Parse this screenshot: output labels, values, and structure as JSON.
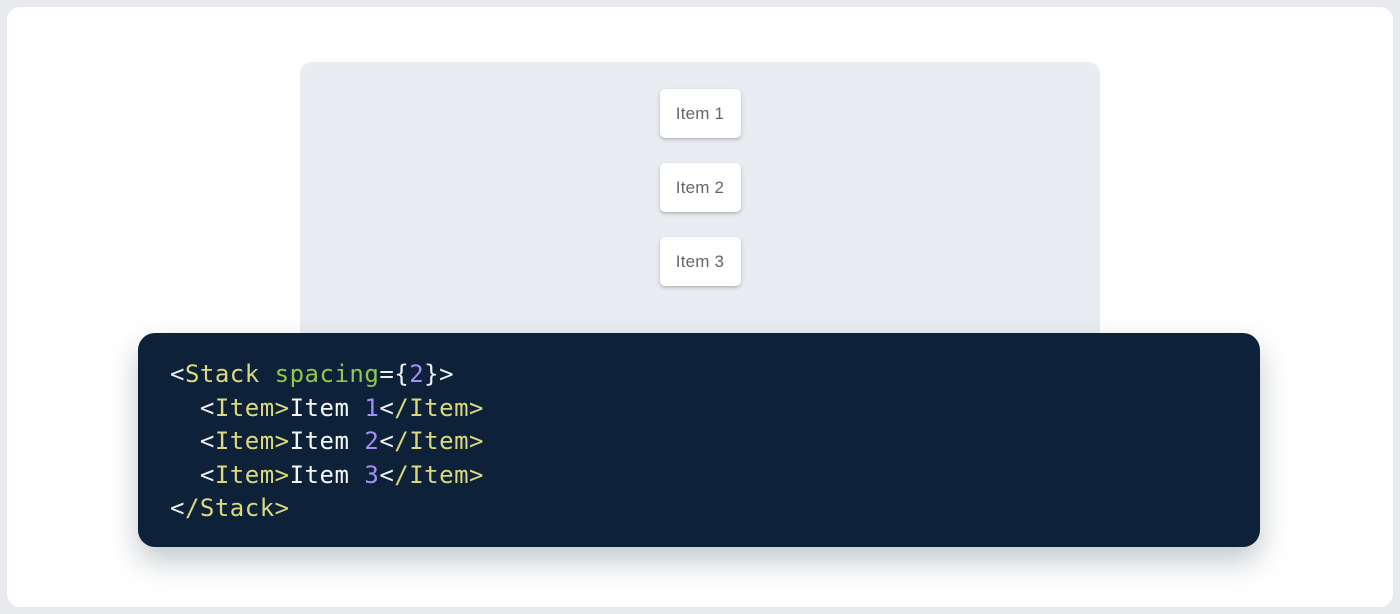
{
  "page": {
    "background": "#e8eaed",
    "card_background": "#ffffff"
  },
  "demo": {
    "panel_background": "#e9edf1",
    "items": [
      {
        "label": "Item 1"
      },
      {
        "label": "Item 2"
      },
      {
        "label": "Item 3"
      }
    ]
  },
  "code": {
    "background": "#0d2238",
    "colors": {
      "tag": "#dbd87f",
      "attr": "#8fc74f",
      "punct": "#eef2f7",
      "number": "#a18ff7",
      "text": "#f5f7fa"
    },
    "lines": [
      {
        "tokens": [
          {
            "t": "<",
            "c": "punct"
          },
          {
            "t": "Stack",
            "c": "tag"
          },
          {
            "t": " ",
            "c": "text"
          },
          {
            "t": "spacing",
            "c": "attr"
          },
          {
            "t": "={",
            "c": "punct"
          },
          {
            "t": "2",
            "c": "number"
          },
          {
            "t": "}>",
            "c": "punct"
          }
        ]
      },
      {
        "tokens": [
          {
            "t": "  ",
            "c": "text"
          },
          {
            "t": "<",
            "c": "punct"
          },
          {
            "t": "Item>",
            "c": "tag"
          },
          {
            "t": "Item ",
            "c": "text"
          },
          {
            "t": "1",
            "c": "number"
          },
          {
            "t": "<",
            "c": "punct"
          },
          {
            "t": "/Item>",
            "c": "tag"
          }
        ]
      },
      {
        "tokens": [
          {
            "t": "  ",
            "c": "text"
          },
          {
            "t": "<",
            "c": "punct"
          },
          {
            "t": "Item>",
            "c": "tag"
          },
          {
            "t": "Item ",
            "c": "text"
          },
          {
            "t": "2",
            "c": "number"
          },
          {
            "t": "<",
            "c": "punct"
          },
          {
            "t": "/Item>",
            "c": "tag"
          }
        ]
      },
      {
        "tokens": [
          {
            "t": "  ",
            "c": "text"
          },
          {
            "t": "<",
            "c": "punct"
          },
          {
            "t": "Item>",
            "c": "tag"
          },
          {
            "t": "Item ",
            "c": "text"
          },
          {
            "t": "3",
            "c": "number"
          },
          {
            "t": "<",
            "c": "punct"
          },
          {
            "t": "/Item>",
            "c": "tag"
          }
        ]
      },
      {
        "tokens": [
          {
            "t": "<",
            "c": "punct"
          },
          {
            "t": "/Stack>",
            "c": "tag"
          }
        ]
      }
    ]
  }
}
